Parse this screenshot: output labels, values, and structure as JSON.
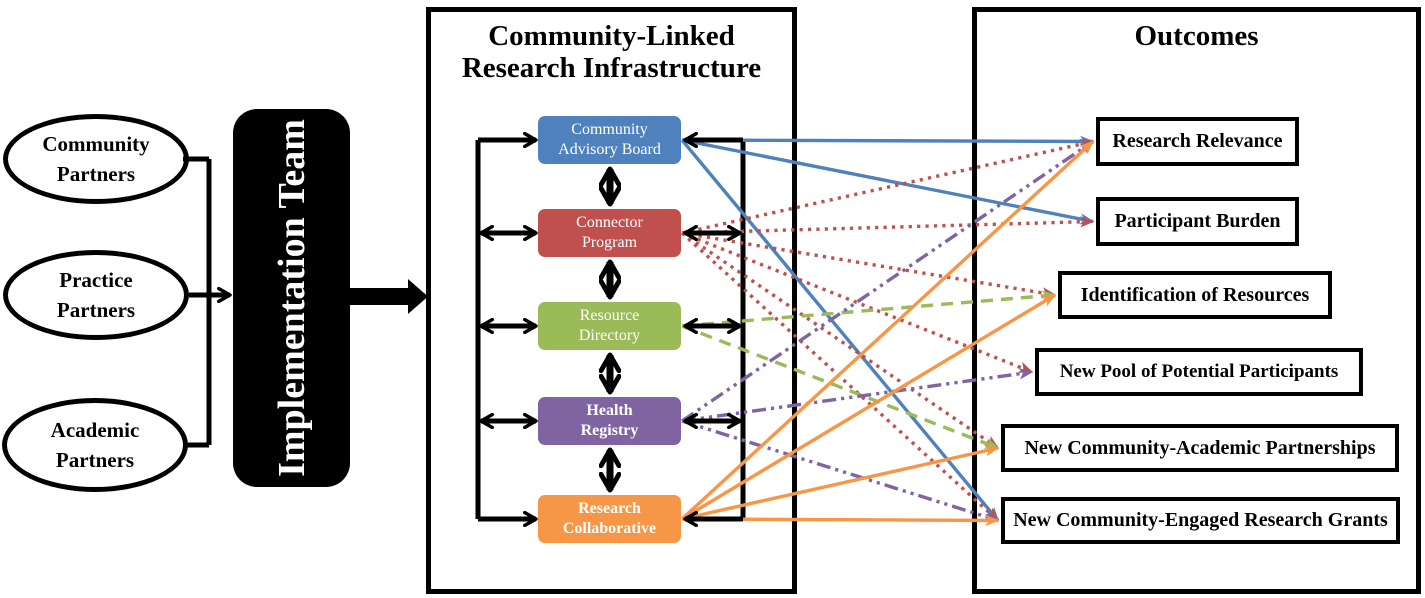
{
  "palette": {
    "blue": "#4F81BD",
    "red": "#C0504D",
    "green": "#9BBB59",
    "purple": "#8064A2",
    "orange": "#F79646",
    "black": "#000000"
  },
  "partners": {
    "items": [
      {
        "id": "community-partners",
        "line1": "Community",
        "line2": "Partners"
      },
      {
        "id": "practice-partners",
        "line1": "Practice",
        "line2": "Partners"
      },
      {
        "id": "academic-partners",
        "line1": "Academic",
        "line2": "Partners"
      }
    ]
  },
  "implementation_team": {
    "label": "Implementation Team"
  },
  "infrastructure": {
    "title_line1": "Community-Linked",
    "title_line2": "Research Infrastructure",
    "components": [
      {
        "id": "cab",
        "line1": "Community",
        "line2": "Advisory Board",
        "color": "#4F81BD"
      },
      {
        "id": "cp",
        "line1": "Connector",
        "line2": "Program",
        "color": "#C0504D"
      },
      {
        "id": "rd",
        "line1": "Resource",
        "line2": "Directory",
        "color": "#9BBB59"
      },
      {
        "id": "hr",
        "line1": "Health",
        "line2": "Registry",
        "color": "#8064A2"
      },
      {
        "id": "rc",
        "line1": "Research",
        "line2": "Collaborative",
        "color": "#F79646"
      }
    ]
  },
  "outcomes": {
    "title": "Outcomes",
    "items": [
      {
        "id": "rr",
        "label": "Research Relevance"
      },
      {
        "id": "pb",
        "label": "Participant Burden"
      },
      {
        "id": "ior",
        "label": "Identification of Resources"
      },
      {
        "id": "nppp",
        "label": "New Pool of Potential Participants"
      },
      {
        "id": "ncap",
        "label": "New Community-Academic Partnerships"
      },
      {
        "id": "ncerg",
        "label": "New Community-Engaged Research Grants"
      }
    ]
  },
  "edges": [
    {
      "source": "cab",
      "target": "rr",
      "style": "solid",
      "color": "#4F81BD"
    },
    {
      "source": "cab",
      "target": "pb",
      "style": "solid",
      "color": "#4F81BD"
    },
    {
      "source": "cab",
      "target": "ncerg",
      "style": "solid",
      "color": "#4F81BD"
    },
    {
      "source": "cp",
      "target": "rr",
      "style": "dotted",
      "color": "#C0504D"
    },
    {
      "source": "cp",
      "target": "pb",
      "style": "dotted",
      "color": "#C0504D"
    },
    {
      "source": "cp",
      "target": "ior",
      "style": "dotted",
      "color": "#C0504D"
    },
    {
      "source": "cp",
      "target": "nppp",
      "style": "dotted",
      "color": "#C0504D"
    },
    {
      "source": "cp",
      "target": "ncap",
      "style": "dotted",
      "color": "#C0504D"
    },
    {
      "source": "cp",
      "target": "ncerg",
      "style": "dotted",
      "color": "#C0504D"
    },
    {
      "source": "rd",
      "target": "ior",
      "style": "dashed",
      "color": "#9BBB59"
    },
    {
      "source": "rd",
      "target": "ncap",
      "style": "dashed",
      "color": "#9BBB59"
    },
    {
      "source": "hr",
      "target": "rr",
      "style": "dash-dot-dot",
      "color": "#8064A2"
    },
    {
      "source": "hr",
      "target": "nppp",
      "style": "dash-dot-dot",
      "color": "#8064A2"
    },
    {
      "source": "hr",
      "target": "ncerg",
      "style": "dash-dot-dot",
      "color": "#8064A2"
    },
    {
      "source": "rc",
      "target": "rr",
      "style": "solid",
      "color": "#F79646"
    },
    {
      "source": "rc",
      "target": "ior",
      "style": "solid",
      "color": "#F79646"
    },
    {
      "source": "rc",
      "target": "ncap",
      "style": "solid",
      "color": "#F79646"
    },
    {
      "source": "rc",
      "target": "ncerg",
      "style": "solid",
      "color": "#F79646"
    }
  ]
}
